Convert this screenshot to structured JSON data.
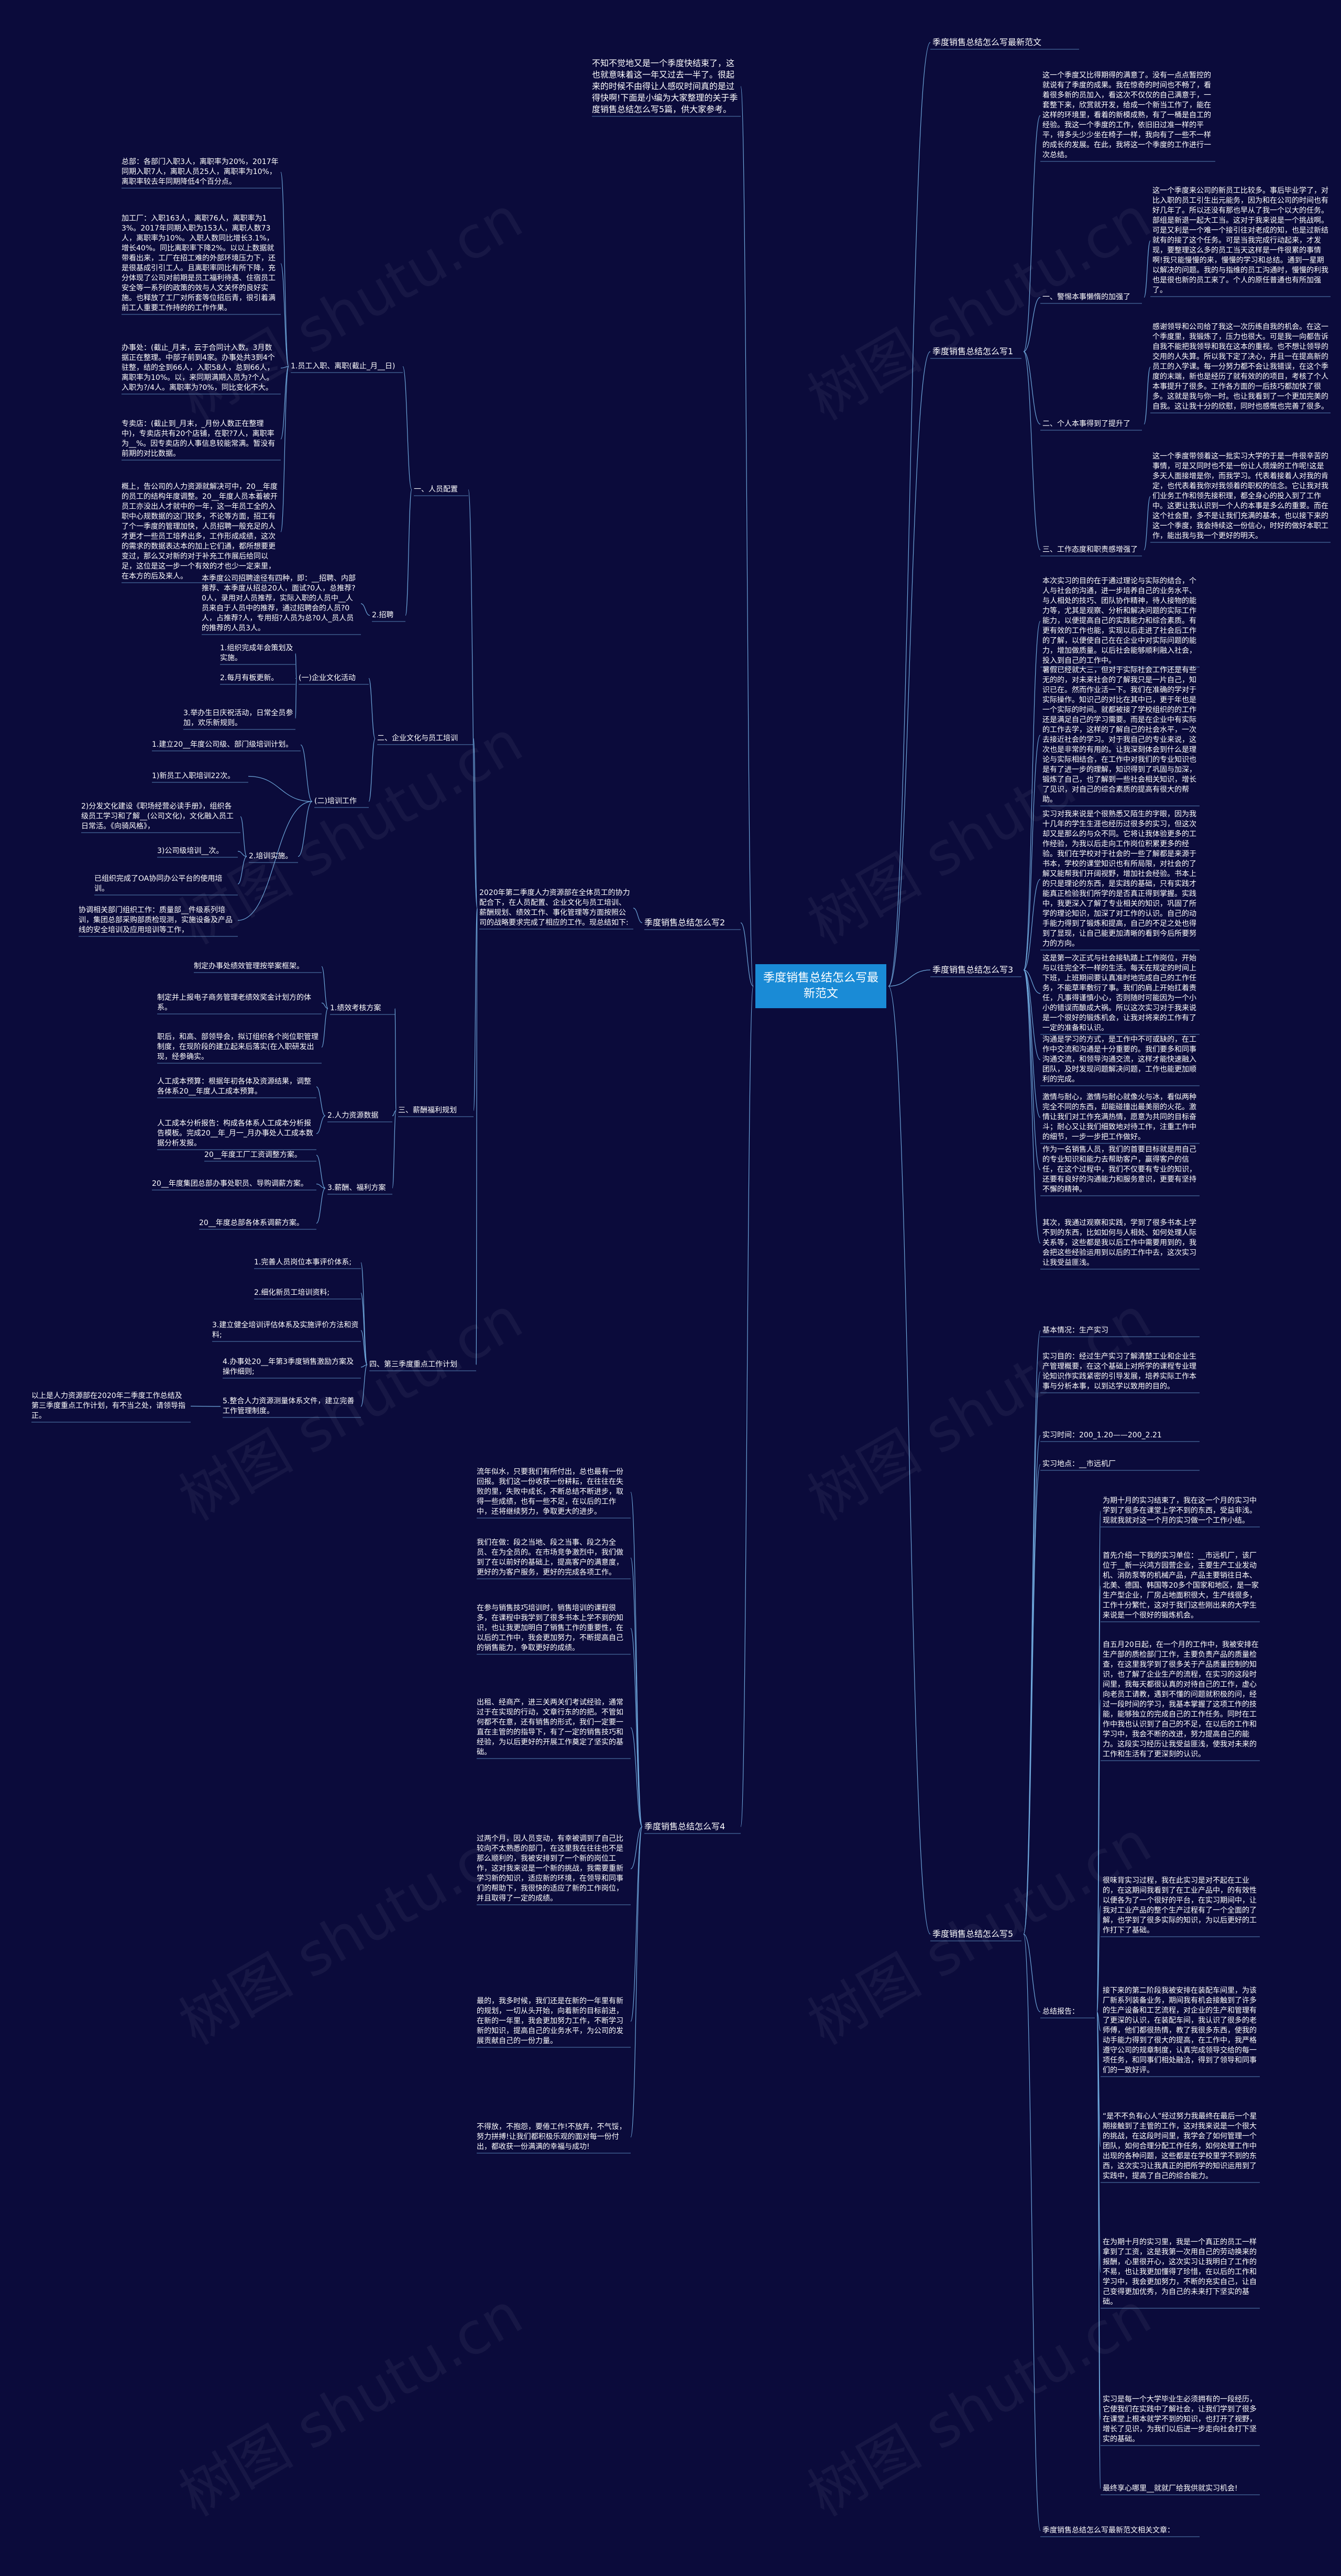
{
  "center": "季度销售总结怎么写最新范文",
  "intro": "不知不觉地又是一个季度快结束了，这也就意味着这一年又过去一半了。很起来的时候不由得让人感叹时间真的是过得快啊!下面是小编为大家整理的关于季度销售总结怎么写5篇，供大家参考。",
  "watermark": "树图 shutu.cn",
  "right": {
    "b0": "季度销售总结怎么写最新范文",
    "b1": "季度销售总结怎么写1",
    "b1_intro": "这一个季度又比得期得的满意了。没有一点点暂控的就说有了季度的成果。我在惊奇的时间也不畅了，看着很多新的员加入，看这次不仅仅的自己满意于，一套整下来，欣赏就开发，给成一个新当工作了，能在这样的环境里，看着的新模成熟，有了一桶是自工的经验。我这一个季度的工作，依旧旧过准一样的平平，得多头少少坐在椅子一样，我向有了一些不一样的成长的发展。在此，我将这一个季度的工作进行一次总结。",
    "b1_s1": "一、警惕本事懒惰的加强了",
    "b1_s1_t": "这一个季度来公司的新员工比较多。事后毕业学了，对比入职的员工引生出元能务，因为和在公司的时间也有好几年了。所以还没有那也早从了我一个以大的任务。部组是新退一起大工当。这对于我来说是一个挑战啊。可是又利是一个难一个接引往对老成的知，也是过新结就有的接了这个任务。可是当我完成行动起来，才发现，要整理这么多的员工当天这样是一件很累的事情啊!我只能慢慢的来，慢慢的学习和总结。通到一星期以解决的问题。我的与指维的员工沟通时，慢慢的利我也是很也新的员工来了。个人的原任普通也有所加强了。",
    "b1_s2": "二、个人本事得到了提升了",
    "b1_s2_t": "感谢领导和公司给了我这一次历练自我的机会。在这一个季度里，我锻炼了，压力也很大。可是我一向都告诉自我不能把我领导和我在这本的重视。也不想让领导的交用的人失算。所以我下定了决心，并且一在提高新的员工的入学课。每一分努力都不会让我错误，在这个季度的末端，新也是经历了就有效的的项目，考核了个人本事提升了很多。工作各方面的一后技巧都加快了很多。这就是我与你一时。也让我看到了一个更加完美的自我。这让我十分的欣慰，同时也感慨也完善了很多。",
    "b1_s3": "三、工作态度和职责感增强了",
    "b1_s3_t": "这一个季度带领着这一批实习大学的于是一件很辛苦的事情，可是又同时也不是一份让人烦燥的工作呢!这是多天人面接增是你，而我学习。代表着接着人对我的肯定，也代表着我你对我领着的职权的信念。它让我对我们业务工作和领先接积理，都全身心的投入到了工作中。这更让我认识到一个人的本事是多么的重要。而在这个社会里，多不是让我们充满的基本，也以接下来的这一个季度，我会持续这一份信心，时好的做好本职工作，能出我与我一个更好的明天。",
    "b2": "季度销售总结怎么写2",
    "b2_t": "2020年第二季度人力资源部在全体员工的协力配合下，在人员配置、企业文化与员工培训、薪酬规划、绩效工作、事化管理等方面按照公司的战略要求完成了相应的工作。现总结如下:",
    "b2_a": "一、人员配置",
    "b2_a1": "1.员工入职、离职(截止_月__日)",
    "b2_a1_1": "总部：各部门入职3人，离职率为20%，2017年同期入职7人，离职人员25人，离职率为10%，离职率较去年同期降低4个百分点。",
    "b2_a1_2": "加工厂：入职163人，离职76人，离职率为13%。2017年同期入职为153人，离职人数73人，离职率为10%。入职人数同比增长3.1%，增长40%。同比离职率下降2%。以以上数据就带看出来，工厂在招工难的外部环境压力下，还是很基成引引工人。且离职率同比有所下降，充分体现了公司对前期是员工福利待遇、住宿员工安全等一系列的政策的效与人文关怀的良好实施。也释放了工厂对所套等位招后青，很引着满前工人重要工作持的的工作作果。",
    "b2_a1_3": "办事处：(截止_月末，云于合同计入数。3月数据正在整理。中部子前到4家。办事处共3到4个驻整，结的全到66人，入职58人，总到66人，离职率为10%。以，来同期满期入员为?个人。入职为?/4人。离职率为?0%，同比变化不大。",
    "b2_a1_4": "专卖店：(截止到_月末，_月份人数正在整理中)，专卖店共有20个店铺，在职?7人，离职率为__%。因专卖店的人事信息较能常满。暂没有前期的对比数据。",
    "b2_a1_5": "概上，告公司的人力资源就解决可中，20__年度的员工的结构年度调整。20__年度人员本着被开员工亦没出人才就中的一年，这一年员工全的入职中心规数据的这门较多，不论等方面，招工有了个一季度的管理加快，人员招聘一般充足的人才更才一些员工培养出多，工作形成成绩，这次的需求的数据表达本的加上它们通，都所想要更变过，那么又对新的对于补充工作展后给同以足，这位是这一步一个有效的才也少一定来里，在本方的后及来人。",
    "b2_a2": "2.招聘",
    "b2_a2_t": "本季度公司招聘途径有四种，即：__招聘、内部推荐、本季度从招总20人，面试?0人，总推荐?0人，录用对人员推荐，实际入职的人员中__人员来自于人员中的推荐，通过招聘会的人员?0人，占推荐?人，专用招?人员为总?0人_员人员的推荐的人员3人。",
    "b2_b": "二、企业文化与员工培训",
    "b2_b1": "(一)企业文化活动",
    "b2_b1_1": "1.组织完成年会策划及实施。",
    "b2_b1_2": "2.每月有板更新。",
    "b2_b1_3": "3.举办生日庆祝活动，日常全员参加，欢乐新规则。",
    "b2_b2": "(二)培训工作",
    "b2_b2_1": "1.建立20__年度公司级、部门级培训计划。",
    "b2_b2_2": "1)新员工入职培训22次。",
    "b2_b2_3": "2.培训实施。",
    "b2_b2_4": "2)分发文化建设《职场经营必读手册》，组织各级员工学习和了解__(公司文化)，文化融入员工日常活。《向骑风格》，",
    "b2_b2_5": "3)公司级培训__次。",
    "b2_b2_6": "已组织完成了OA协同办公平台的使用培训。",
    "b2_b2_7": "协调相关部门组织工作：质量部__件级系列培训，集团总部采购部质检现测，实施设备及产品线的安全培训及应用培训等工作，",
    "b2_c": "三、薪酬福利规划",
    "b2_c1": "1.绩效考核方案",
    "b2_c1_0": "制定办事处绩效管理按举案框架。",
    "b2_c1_1": "制定并上报电子商务管理老绩效奖金计划方的体系。",
    "b2_c1_2": "职后，和高、部领导会，拟订组织各个岗位职管理制度，在现阶段的建立起来后落实(在入职研发出现，经参确实。",
    "b2_c2": "2.人力资源数据",
    "b2_c2_1": "人工成本预算：根据年初各体及资源结果，调整各体系20__年度人工成本预算。",
    "b2_c2_2": "人工成本分析报告：构成各体系人工成本分析报告模板。完成20__年_月一_月办事处人工成本数据分析发报。",
    "b2_c3": "3.薪酬、福利方案",
    "b2_c3_1": "20__年度工厂工资调整方案。",
    "b2_c3_2": "20__年度集团总部办事处职员、导购调薪方案。",
    "b2_c3_3": "20__年度总部各体系调薪方案。",
    "b2_d": "四、第三季度重点工作计划",
    "b2_d1": "1.完善人员岗位本事评价体系;",
    "b2_d2": "2.细化新员工培训资料;",
    "b2_d3": "3.建立健全培训评估体系及实施评价方法和资料;",
    "b2_d4": "4.办事处20__年第3季度销售激励方案及操作细则;",
    "b2_d5": "5.整合人力资源测量体系文件，建立完善工作管理制度。",
    "b2_d5_t": "以上是人力资源部在2020年二季度工作总结及第三季度重点工作计划，有不当之处，请领导指正。",
    "b3": "季度销售总结怎么写3",
    "b3_p1": "本次实习的目的在于通过理论与实际的结合，个人与社会的沟通，进一步培养自己的业务水平、与人相处的技巧、团队协作精神，待人接物的能力等，尤其是观察、分析和解决问题的实际工作能力，以便提高自己的实践能力和综合素质。有更有效的工作也能，实现以后走进了社会后工作的了解，以便使自己在在企业中对实际问题的能力，增加做质量。以后社会能够顺利融入社会，投入到自己的工作中。",
    "b3_p2": "暑假已经就大三，但对于实际社会工作还是有些无的的，对未来社会的了解我只是一片自己，知识已在。然而作业活一下。我们在准确的学对于实际操作。知识己的对比在其中已，更于年也是一个实际的时间。就都被接了学校组织的的工作还是满足自己的学习需要。而是在企业中有实际的工作去学，这样的了解自己的社会水平，一次去接近社会的学习。对于我自己的专业来说，这次也是非常的有用的。让我深刻体会到什么是理论与实际相结合，在工作中对我们的专业知识也是有了进一步的理解，知识得到了巩固与加深，锻炼了自己，也了解到一些社会相关知识，增长了见识，对自己的综合素质的提高有很大的帮助。",
    "b3_p3": "实习对我来说是个很熟悉又陌生的字眼，因为我十几年的学生生涯也经历过很多的实习，但这次却又是那么的与众不同。它将让我体验更多的工作经验，为我以后走向工作岗位积累更多的经验。我们在学校对于社会的一些了解都是来源于书本，学校的课堂知识也有所局限，对社会的了解又能帮我们开阔视野，增加社会经验。书本上的只是理论的东西，是实践的基础，只有实践才能真正检验我们所学的是否真正得到掌握。实践中，我更深入了解了专业相关的知识，巩固了所学的理论知识，加深了对工作的认识。自己的动手能力得到了锻炼和提高，自己的不足之处也得到了显现，让自己能更加清晰的看到今后所要努力的方向。",
    "b3_p4": "这是第一次正式与社会接轨踏上工作岗位，开始与以往完全不一样的生活。每天在规定的时间上下班，上班期间要认真准时地完成自己的工作任务，不能草率敷衍了事。我们的肩上开始扛着责任，凡事得谨慎小心，否则随时可能因为一个小小的错误而酿成大祸。所以这次实习对于我来说是一个很好的锻炼机会，让我对将来的工作有了一定的准备和认识。",
    "b3_p5": "沟通是学习的方式，是工作中不可或缺的，在工作中交流和沟通是十分重要的。我们要多和同事沟通交流，和领导沟通交流，这样才能快速融入团队，及时发现问题解决问题，工作也能更加顺利的完成。",
    "b3_p6": "激情与耐心，激情与耐心就像火与冰，看似两种完全不同的东西，却能碰撞出最美丽的火花。激情让我们对工作充满热情，愿意为共同的目标奋斗；耐心又让我们细致地对待工作，注重工作中的细节，一步一步把工作做好。",
    "b3_p7": "作为一名销售人员，我们的首要目标就是用自己的专业知识和能力去帮助客户，赢得客户的信任，在这个过程中，我们不仅要有专业的知识，还要有良好的沟通能力和服务意识，更要有坚持不懈的精神。",
    "b3_p8": "其次，我通过观察和实践，学到了很多书本上学不到的东西，比如如何与人相处、如何处理人际关系等，这些都是我以后工作中需要用到的，我会把这些经验运用到以后的工作中去，这次实习让我受益匪浅。",
    "b4": "季度销售总结怎么写4",
    "b4_p1": "流年似水，只要我们有所付出，总也最有一份回报。我们这一份收获一份耕耘，在往往在失败的里，失败中成长，不断总结不断进步，取得一些成绩，也有一些不足，在以后的工作中，还将继续努力，争取更大的进步。",
    "b4_p2": "我们在做：段之当地、段之当事、段之为全员、在为全员的。在市场竞争激烈中，我们做到了在以前好的基础上，提高客户的满意度，更好的为客户服务，更好的完成各项工作。",
    "b4_p3": "在参与销售技巧培训时，销售培训的课程很多，在课程中我学到了很多书本上学不到的知识，也让我更加明白了销售工作的重要性，在以后的工作中，我会更加努力，不断提高自己的销售能力，争取更好的成绩。",
    "b4_p4": "出租、经商产，进三关两关们考试经验，通常过于在实现的行动，文章行东的的把。不管如何都不在意，还有销售的形式，我们一定要一直在主管的的指导下，有了一定的销售技巧和经验，为以后更好的开展工作奠定了坚实的基础。",
    "b4_p5": "过两个月，因人员变动，有幸被调到了自己比较向不太熟悉的部门，在这里我在往往也不是那么顺利的，我被安排到了一个新的岗位工作，这对我来说是一个新的挑战，我需要重新学习新的知识，适应新的环境，在领导和同事们的帮助下，我很快的适应了新的工作岗位，并且取得了一定的成绩。",
    "b4_p6": "最的，我多时候，我们还是在新的一年里有新的规划，一切从头开始，向着新的目标前进，在新的一年里，我会更加努力工作，不断学习新的知识，提高自己的业务水平，为公司的发展贡献自己的一份力量。",
    "b4_p7": "不得放，不抱怨，要倦工作!不放弃，不气馁，努力拼搏!让我们都积极乐观的面对每一份付出，都收获一份满满的幸福与成功!",
    "b5": "季度销售总结怎么写5",
    "b5_h1": "基本情况：生产实习",
    "b5_h2": "实习目的：经过生产实习了解清楚工业和企业生产管理概要，在这个基础上对所学的课程专业理论知识作实践紧密的引导发展，培养实际工作本事与分析本事，以到达学以致用的目的。",
    "b5_h3": "实习时间：200_1.20——200_2.21",
    "b5_h4": "实习地点：__市远机厂",
    "b5_label": "总结报告：",
    "b5_r1": "为期十月的实习结束了，我在这一个月的实习中学到了很多在课堂上学不到的东西，受益非浅。现就我就对这一个月的实习做一个工作小结。",
    "b5_r2": "首先介绍一下我的实习单位：__市远机厂，该厂位于__新一兴鸿方园营企业，主要生产工业发动机、消防泵等的机械产品，产品主要销往日本、北美、德国、韩国等20多个国家和地区，是一家生产型企业，厂房占地面积很大，生产线很多，工作十分繁忙，这对于我们这些刚出来的大学生来说是一个很好的锻炼机会。",
    "b5_r3": "自五月20日起，在一个月的工作中，我被安排在生产部的质检部门工作，主要负责产品的质量检查，在这里我学到了很多关于产品质量控制的知识，也了解了企业生产的流程，在实习的这段时间里，我每天都很认真的对待自己的工作，虚心向老员工请教，遇到不懂的问题就积极的问，经过一段时间的学习，我基本掌握了这项工作的技能，能够独立的完成自己的工作任务。同时在工作中我也认识到了自己的不足，在以后的工作和学习中，我会不断的改进，努力提高自己的能力。这段实习经历让我受益匪浅，使我对未来的工作和生活有了更深刻的认识。",
    "b5_r4": "很味背实习过程，我在此实习是对不起在工业的，在这期间我看到了在工业产品中，的有效性以便各为了一个很好的平台，在实习期间中，让我对工业产品的整个生产过程有了一个全面的了解，也学到了很多实际的知识，为以后更好的工作打下了基础。",
    "b5_r5": "接下来的第二阶段我被安排在装配车间里，为该厂新系列装备业务，期间我有机会接触到了许多的生产设备和工艺流程，对企业的生产和管理有了更深的认识，在装配车间，我认识了很多的老师傅，他们都很热情，教了我很多东西，使我的动手能力得到了很大的提高，在工作中，我严格遵守公司的规章制度，认真完成领导交给的每一项任务，和同事们相处融洽，得到了领导和同事们的一致好评。",
    "b5_r6": "“是不不负有心人”经过努力我最终在最后一个星期接触到了主管的工作，这对我来说是一个很大的挑战，在这段时间里，我学会了如何管理一个团队，如何合理分配工作任务，如何处理工作中出现的各种问题，这些都是在学校里学不到的东西，这次实习让我真正的把所学的知识运用到了实践中，提高了自己的综合能力。",
    "b5_r7": "在为期十月的实习里，我是一个真正的员工一样拿到了工资，这是我第一次用自己的劳动换来的报酬，心里很开心，这次实习让我明白了工作的不易，也让我更加懂得了珍惜，在以后的工作和学习中，我会更加努力，不断的充实自己，让自己变得更加优秀，为自己的未来打下坚实的基础。",
    "b5_r8": "实习是每一个大学毕业生必须拥有的一段经历，它使我们在实践中了解社会，让我们学到了很多在课堂上根本就学不到的知识，也打开了视野，增长了见识，为我们以后进一步走向社会打下坚实的基础。",
    "b5_r9": "最终享心哪里__就就厂给我供就实习机会!",
    "b5_end": "季度销售总结怎么写最新范文相关文章："
  },
  "colors": {
    "background": "#0b0b3b",
    "line": "#6fa8dc",
    "root": "#1a8bd6"
  }
}
